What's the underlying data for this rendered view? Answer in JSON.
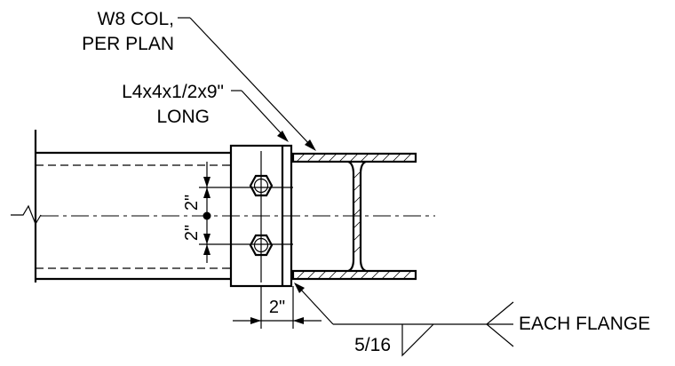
{
  "callouts": {
    "column": [
      "W8 COL,",
      "PER PLAN"
    ],
    "angle": [
      "L4x4x1/2x9\"",
      "LONG"
    ],
    "weld_size": "5/16",
    "weld_note": "EACH FLANGE"
  },
  "dimensions": {
    "bolt_spacing_upper": "2\"",
    "bolt_spacing_lower": "2\"",
    "edge_distance": "2\""
  }
}
